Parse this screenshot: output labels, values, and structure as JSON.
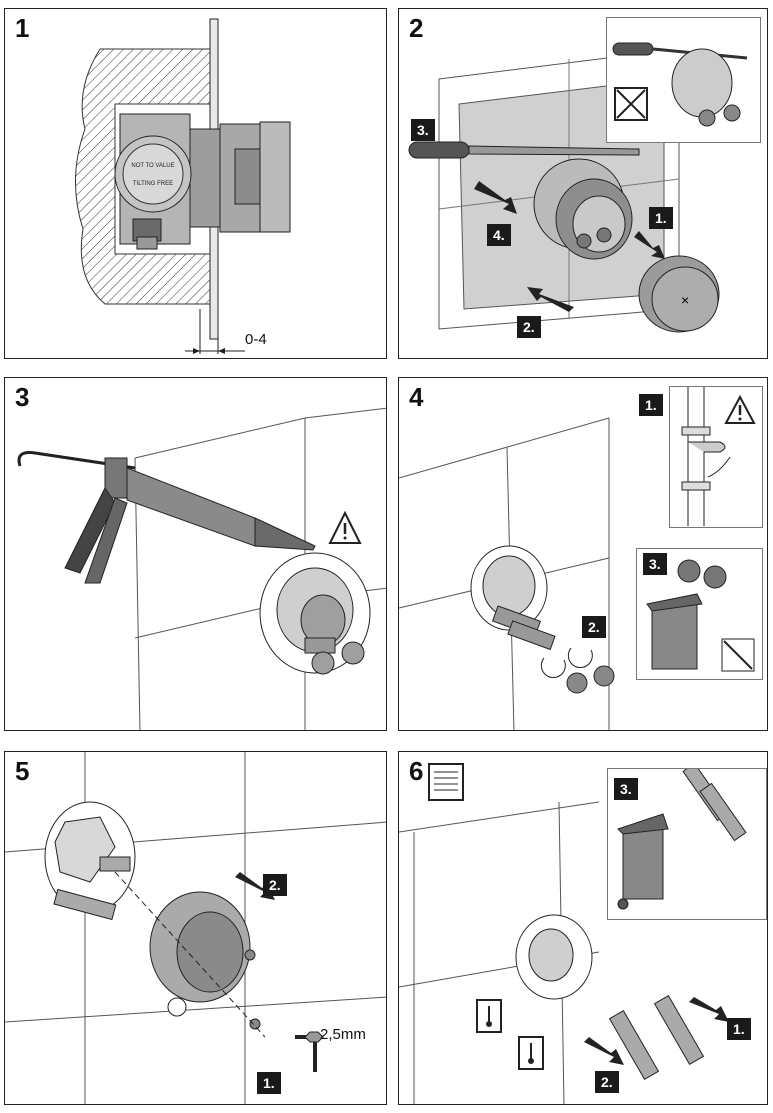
{
  "panels": [
    {
      "number": "1",
      "dimension": "0-4",
      "valve_text": [
        "NOT TO VALUE",
        "TILTING FREE"
      ]
    },
    {
      "number": "2",
      "steps": [
        "1.",
        "2.",
        "3.",
        "4."
      ]
    },
    {
      "number": "3"
    },
    {
      "number": "4",
      "steps": [
        "1.",
        "2.",
        "3."
      ]
    },
    {
      "number": "5",
      "steps": [
        "1.",
        "2."
      ],
      "hex_size": "2,5mm"
    },
    {
      "number": "6",
      "steps": [
        "1.",
        "2.",
        "3."
      ]
    }
  ],
  "colors": {
    "line": "#222222",
    "gray_fill": "#9a9a9a",
    "dark_fill": "#5a5a5a",
    "badge": "#1a1a1a",
    "wall": "#d7d7d7"
  },
  "icons": [
    "warning-icon",
    "prohibited-icon",
    "thermometer-icon",
    "manual-icon",
    "trash-bin-icon",
    "hex-key-icon",
    "arrow-icon",
    "screwdriver-icon",
    "caulk-gun-icon"
  ]
}
